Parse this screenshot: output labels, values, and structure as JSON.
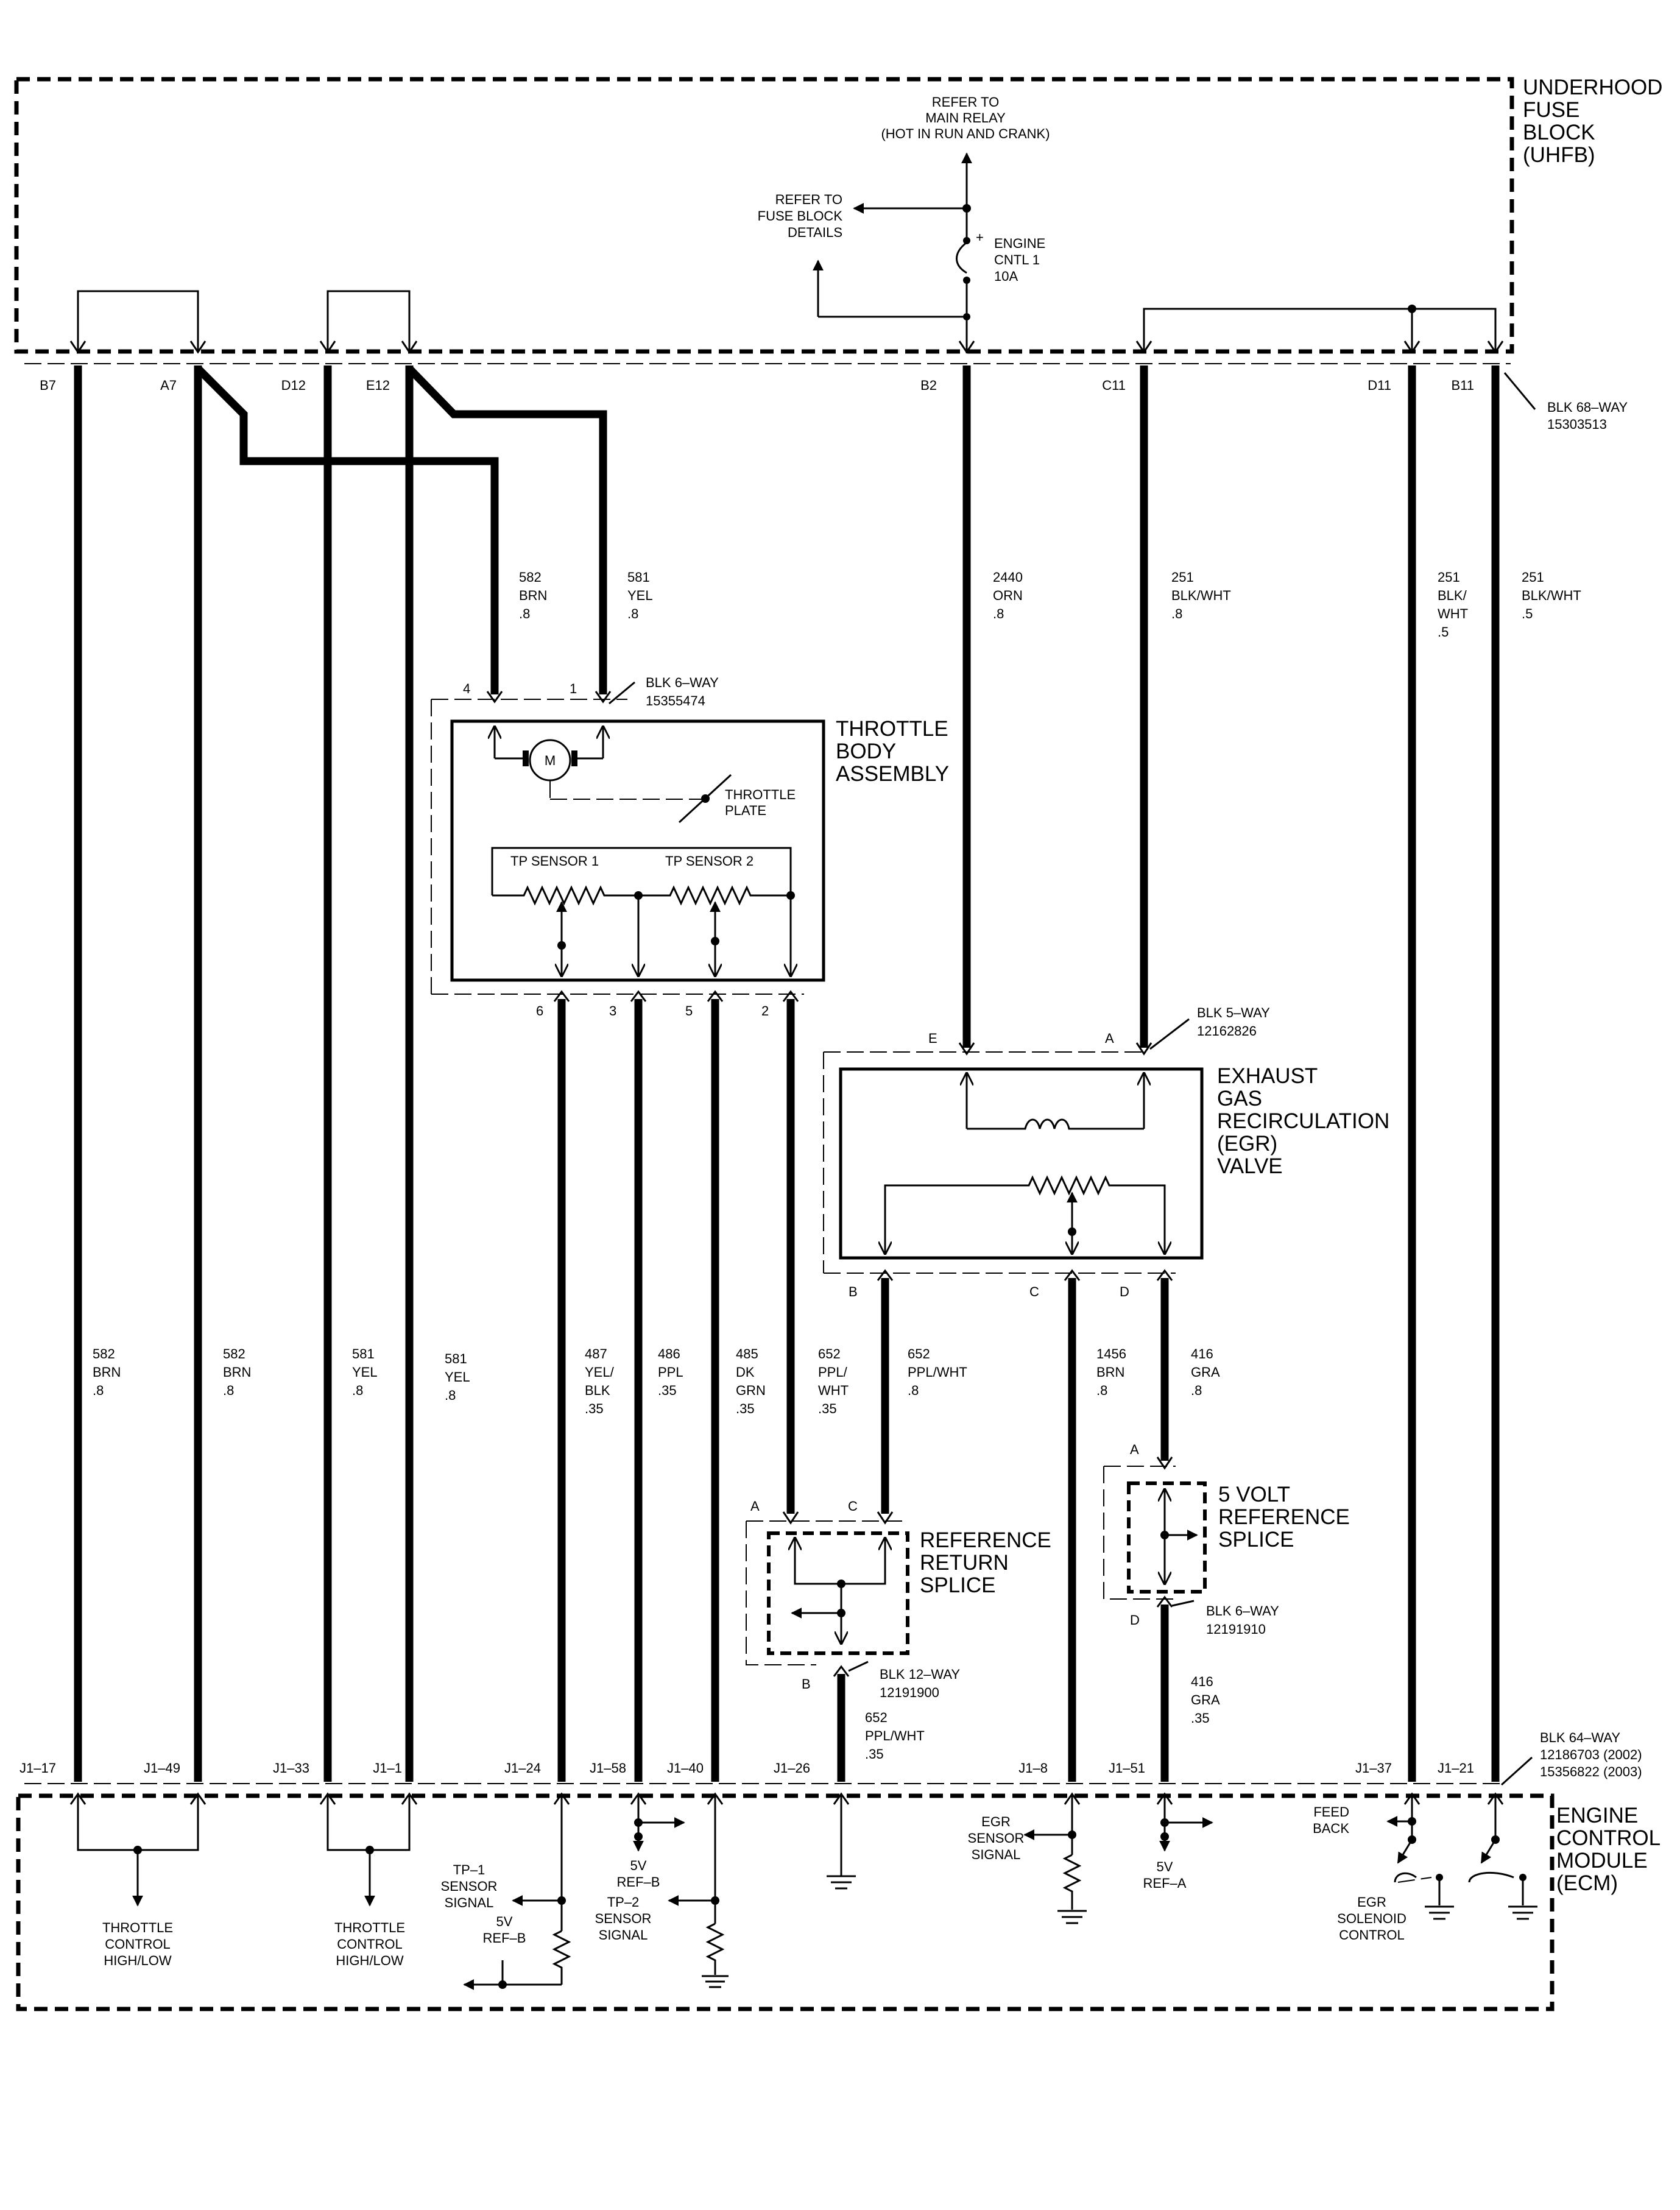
{
  "uhfb": {
    "lines": [
      "UNDERHOOD",
      "FUSE",
      "BLOCK",
      "(UHFB)"
    ],
    "main_relay": [
      "REFER TO",
      "MAIN RELAY",
      "(HOT IN RUN AND CRANK)"
    ],
    "fuse_block": [
      "REFER TO",
      "FUSE BLOCK",
      "DETAILS"
    ],
    "fuse": [
      "ENGINE",
      "CNTL 1",
      "10A"
    ],
    "connector": [
      "BLK 68–WAY",
      "15303513"
    ],
    "pins": [
      "B7",
      "A7",
      "D12",
      "E12",
      "B2",
      "C11",
      "D11",
      "B11"
    ]
  },
  "wires_top": [
    [
      "582",
      "BRN",
      ".8"
    ],
    [
      "581",
      "YEL",
      ".8"
    ],
    [
      "2440",
      "ORN",
      ".8"
    ],
    [
      "251",
      "BLK/WHT",
      ".8"
    ],
    [
      "251",
      "BLK/",
      "WHT",
      ".5"
    ],
    [
      "251",
      "BLK/WHT",
      ".5"
    ]
  ],
  "throttle": {
    "title": [
      "THROTTLE",
      "BODY",
      "ASSEMBLY"
    ],
    "connector": [
      "BLK 6–WAY",
      "15355474"
    ],
    "motor": "M",
    "plate": [
      "THROTTLE",
      "PLATE"
    ],
    "tp1": "TP SENSOR 1",
    "tp2": "TP SENSOR 2",
    "pins_top": [
      "4",
      "1"
    ],
    "pins_bottom": [
      "6",
      "3",
      "5",
      "2"
    ]
  },
  "egr": {
    "title": [
      "EXHAUST",
      "GAS",
      "RECIRCULATION",
      "(EGR)",
      "VALVE"
    ],
    "connector": [
      "BLK 5–WAY",
      "12162826"
    ],
    "pins_top": [
      "E",
      "A"
    ],
    "pins_bottom": [
      "B",
      "C",
      "D"
    ]
  },
  "wires_mid": [
    [
      "582",
      "BRN",
      ".8"
    ],
    [
      "582",
      "BRN",
      ".8"
    ],
    [
      "581",
      "YEL",
      ".8"
    ],
    [
      "581",
      "YEL",
      ".8"
    ],
    [
      "487",
      "YEL/",
      "BLK",
      ".35"
    ],
    [
      "486",
      "PPL",
      ".35"
    ],
    [
      "485",
      "DK",
      "GRN",
      ".35"
    ],
    [
      "652",
      "PPL/",
      "WHT",
      ".35"
    ],
    [
      "652",
      "PPL/WHT",
      ".8"
    ],
    [
      "1456",
      "BRN",
      ".8"
    ],
    [
      "416",
      "GRA",
      ".8"
    ]
  ],
  "ref_return": {
    "title": [
      "REFERENCE",
      "RETURN",
      "SPLICE"
    ],
    "connector": [
      "BLK 12–WAY",
      "12191900"
    ],
    "pins": [
      "A",
      "C",
      "B"
    ],
    "wire": [
      "652",
      "PPL/WHT",
      ".35"
    ]
  },
  "five_volt": {
    "title": [
      "5 VOLT",
      "REFERENCE",
      "SPLICE"
    ],
    "connector": [
      "BLK 6–WAY",
      "12191910"
    ],
    "pins": [
      "A",
      "D"
    ],
    "wire": [
      "416",
      "GRA",
      ".35"
    ]
  },
  "ecm": {
    "lines": [
      "ENGINE",
      "CONTROL",
      "MODULE",
      "(ECM)"
    ],
    "connector": [
      "BLK 64–WAY",
      "12186703 (2002)",
      "15356822 (2003)"
    ],
    "pins": [
      "J1–17",
      "J1–49",
      "J1–33",
      "J1–1",
      "J1–24",
      "J1–58",
      "J1–40",
      "J1–26",
      "J1–8",
      "J1–51",
      "J1–37",
      "J1–21"
    ],
    "throttle_ctrl_1": [
      "THROTTLE",
      "CONTROL",
      "HIGH/LOW"
    ],
    "throttle_ctrl_2": [
      "THROTTLE",
      "CONTROL",
      "HIGH/LOW"
    ],
    "tp1_signal": [
      "TP–1",
      "SENSOR",
      "SIGNAL"
    ],
    "ref_b_1": [
      "5V",
      "REF–B"
    ],
    "ref_b_2": [
      "5V",
      "REF–B"
    ],
    "tp2_signal": [
      "TP–2",
      "SENSOR",
      "SIGNAL"
    ],
    "egr_signal": [
      "EGR",
      "SENSOR",
      "SIGNAL"
    ],
    "ref_a": [
      "5V",
      "REF–A"
    ],
    "feedback": [
      "FEED",
      "BACK"
    ],
    "egr_solenoid": [
      "EGR",
      "SOLENOID",
      "CONTROL"
    ]
  }
}
